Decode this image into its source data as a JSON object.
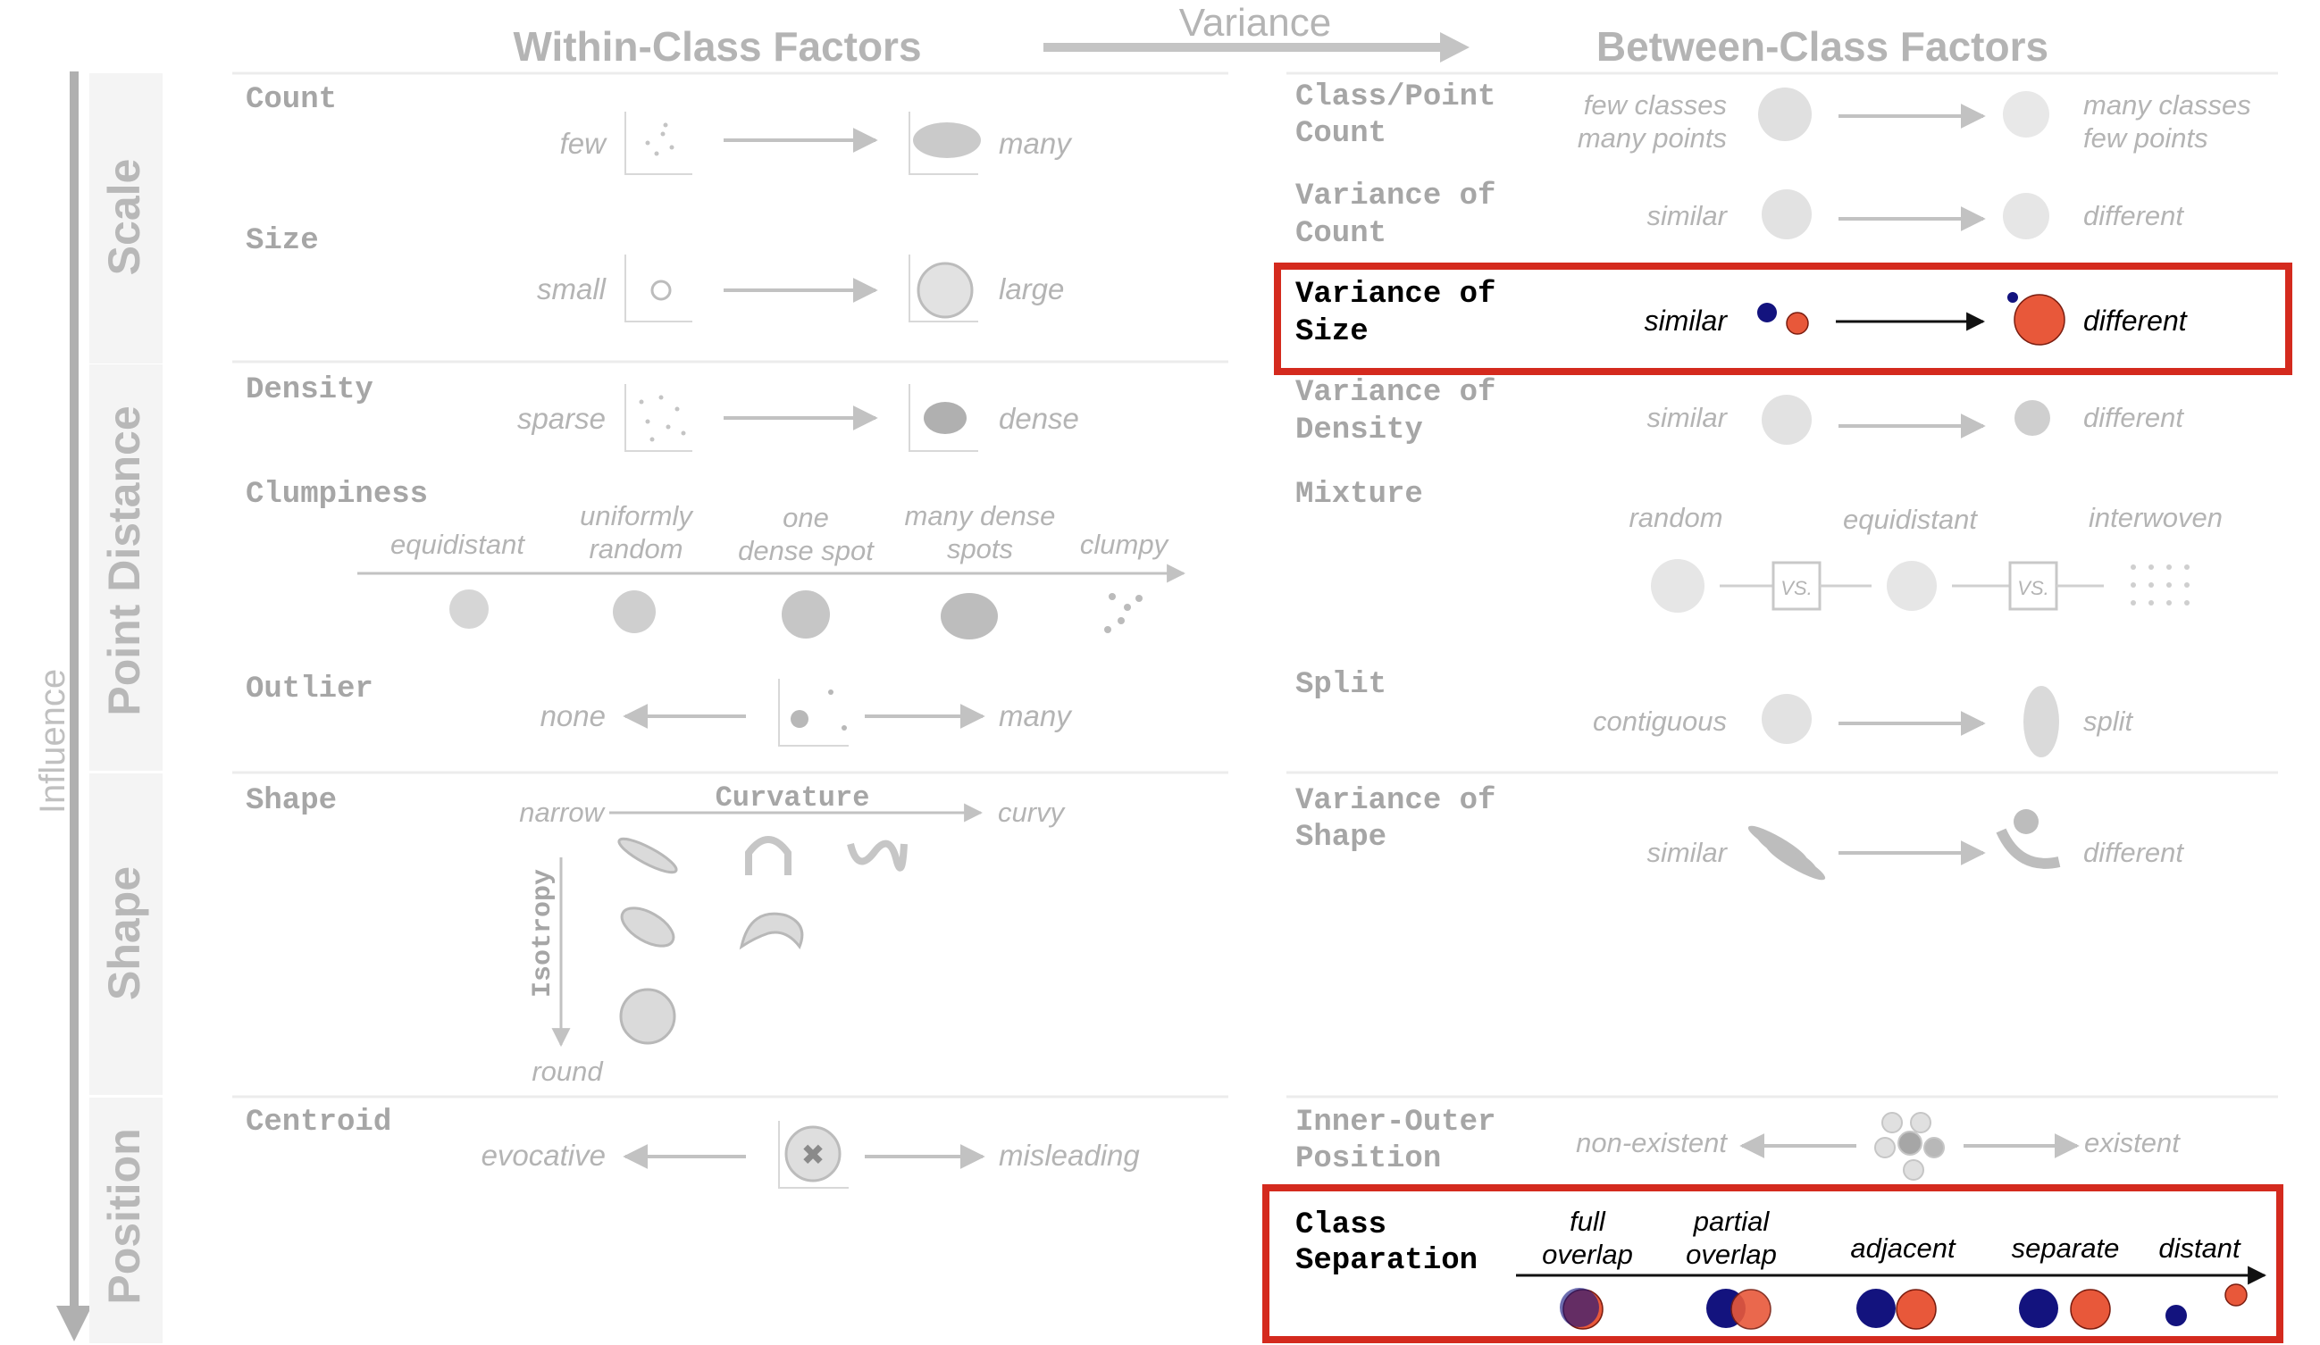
{
  "header": {
    "within_title": "Within-Class Factors",
    "variance_label": "Variance",
    "between_title": "Between-Class Factors"
  },
  "axis": {
    "influence_label": "Influence",
    "sections": {
      "scale": "Scale",
      "point_distance": "Point Distance",
      "shape": "Shape",
      "position": "Position"
    }
  },
  "within": {
    "count": {
      "title": "Count",
      "left": "few",
      "right": "many"
    },
    "size": {
      "title": "Size",
      "left": "small",
      "right": "large"
    },
    "density": {
      "title": "Density",
      "left": "sparse",
      "right": "dense"
    },
    "clumpiness": {
      "title": "Clumpiness",
      "labels": [
        {
          "line1": "",
          "line2": "equidistant"
        },
        {
          "line1": "uniformly",
          "line2": "random"
        },
        {
          "line1": "one",
          "line2": "dense spot"
        },
        {
          "line1": "many dense",
          "line2": "spots"
        },
        {
          "line1": "",
          "line2": "clumpy"
        }
      ]
    },
    "outlier": {
      "title": "Outlier",
      "left": "none",
      "right": "many"
    },
    "shape": {
      "title": "Shape",
      "narrow": "narrow",
      "curvature": "Curvature",
      "curvy": "curvy",
      "isotropy": "Isotropy",
      "round": "round"
    },
    "centroid": {
      "title": "Centroid",
      "left": "evocative",
      "right": "misleading"
    }
  },
  "between": {
    "class_point_count": {
      "title1": "Class/Point",
      "title2": "Count",
      "left1": "few classes",
      "left2": "many points",
      "right1": "many classes",
      "right2": "few points"
    },
    "variance_of_count": {
      "title1": "Variance of",
      "title2": "Count",
      "left": "similar",
      "right": "different"
    },
    "variance_of_size": {
      "title1": "Variance of",
      "title2": "Size",
      "left": "similar",
      "right": "different"
    },
    "variance_of_density": {
      "title1": "Variance of",
      "title2": "Density",
      "left": "similar",
      "right": "different"
    },
    "mixture": {
      "title": "Mixture",
      "random": "random",
      "equidistant": "equidistant",
      "interwoven": "interwoven",
      "vs": "VS."
    },
    "split": {
      "title": "Split",
      "left": "contiguous",
      "right": "split"
    },
    "variance_of_shape": {
      "title1": "Variance of",
      "title2": "Shape",
      "left": "similar",
      "right": "different"
    },
    "inner_outer": {
      "title1": "Inner-Outer",
      "title2": "Position",
      "left": "non-existent",
      "right": "existent"
    },
    "class_separation": {
      "title1": "Class",
      "title2": "Separation",
      "labels": [
        {
          "line1": "full",
          "line2": "overlap"
        },
        {
          "line1": "partial",
          "line2": "overlap"
        },
        {
          "line1": "",
          "line2": "adjacent"
        },
        {
          "line1": "",
          "line2": "separate"
        },
        {
          "line1": "",
          "line2": "distant"
        }
      ]
    }
  },
  "colors": {
    "faded_text": "#b4b4b4",
    "faded_mono": "#a6a6a6",
    "faded_line": "#d0d0d0",
    "highlight_border": "#d42a1e",
    "navy": "#13137e",
    "orange": "#e8583a",
    "arrow_gray": "#999999"
  }
}
